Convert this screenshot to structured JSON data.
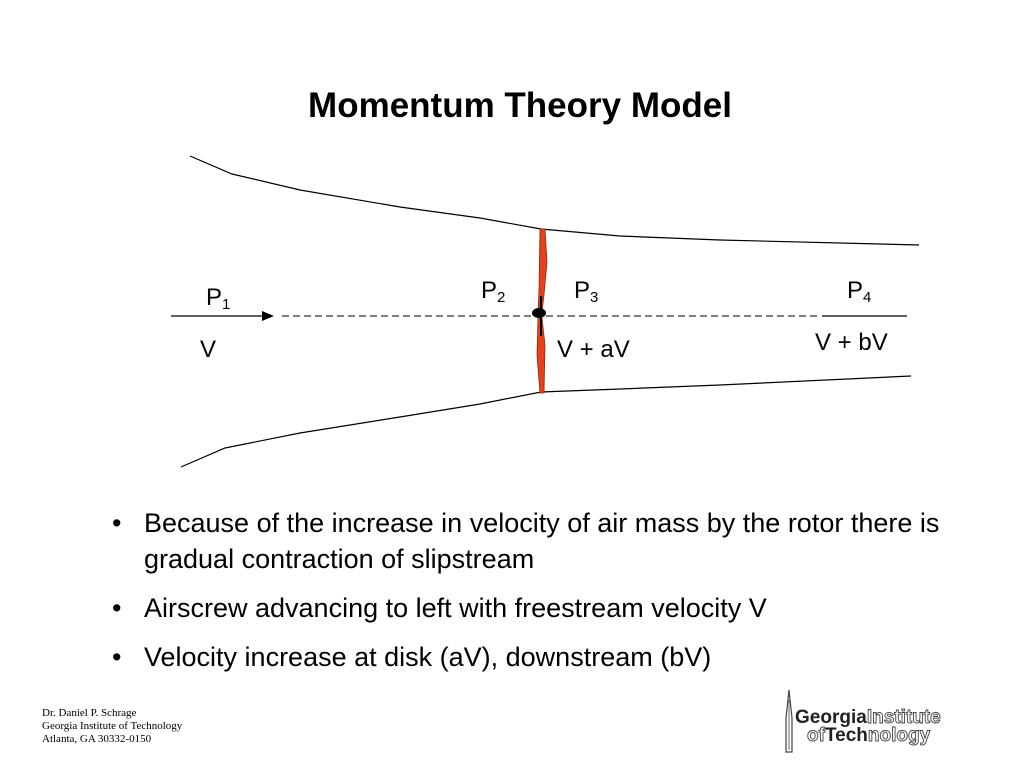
{
  "slide": {
    "title": "Momentum Theory Model"
  },
  "diagram": {
    "labels": {
      "p1": "P",
      "p1_sub": "1",
      "p2": "P",
      "p2_sub": "2",
      "p3": "P",
      "p3_sub": "3",
      "p4": "P",
      "p4_sub": "4",
      "v_in": "V",
      "v_disk": "V + aV",
      "v_out": "V + bV"
    },
    "colors": {
      "rotor_blade": "#E8401C",
      "lines": "#000000"
    }
  },
  "bullets": [
    {
      "marker": "•",
      "text": "Because of the increase in velocity of air mass by the rotor there is gradual contraction of slipstream"
    },
    {
      "marker": "•",
      "text": "Airscrew advancing to left with freestream velocity V"
    },
    {
      "marker": "•",
      "text": "Velocity increase at disk (aV), downstream (bV)"
    }
  ],
  "footer": {
    "line1": "Dr. Daniel P. Schrage",
    "line2": "Georgia Institute of Technology",
    "line3": "Atlanta, GA  30332-0150"
  },
  "logo": {
    "word1_solid": "Georgia",
    "word1_outline": "Institute",
    "word2_outline_a": "of",
    "word2_solid": "Tech",
    "word2_outline_b": "nology"
  }
}
